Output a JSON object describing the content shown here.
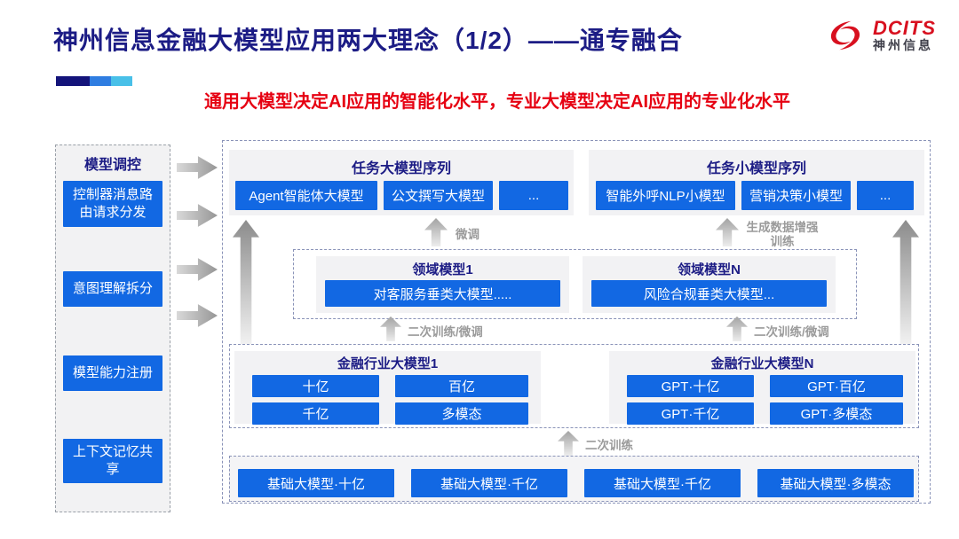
{
  "header": {
    "title": "神州信息金融大模型应用两大理念（1/2）——通专融合",
    "subtitle": "通用大模型决定AI应用的智能化水平，专业大模型决定AI应用的专业化水平",
    "logo": {
      "brand": "DCITS",
      "brand_cn": "神州信息"
    }
  },
  "colors": {
    "accent_blue": "#1268e3",
    "navy": "#1c1c85",
    "red": "#e60012",
    "panel_gray": "#f2f2f4"
  },
  "sidebar": {
    "title": "模型调控",
    "items": [
      "控制器消息路由请求分发",
      "意图理解拆分",
      "模型能力注册",
      "上下文记忆共享"
    ]
  },
  "diagram": {
    "task_large": {
      "title": "任务大模型序列",
      "items": [
        "Agent智能体大模型",
        "公文撰写大模型",
        "..."
      ]
    },
    "task_small": {
      "title": "任务小模型序列",
      "items": [
        "智能外呼NLP小模型",
        "营销决策小模型",
        "..."
      ]
    },
    "labels": {
      "fine_tune": "微调",
      "gen_data_training": "生成数据增强训练",
      "secondary_ft_left": "二次训练/微调",
      "secondary_ft_right": "二次训练/微调",
      "secondary_training": "二次训练"
    },
    "domain": [
      {
        "title": "领域模型1",
        "item": "对客服务垂类大模型....."
      },
      {
        "title": "领域模型N",
        "item": "风险合规垂类大模型..."
      }
    ],
    "industry": [
      {
        "title": "金融行业大模型1",
        "items": [
          "十亿",
          "百亿",
          "千亿",
          "多模态"
        ]
      },
      {
        "title": "金融行业大模型N",
        "items": [
          "GPT·十亿",
          "GPT·百亿",
          "GPT·千亿",
          "GPT·多模态"
        ]
      }
    ],
    "foundation": [
      "基础大模型·十亿",
      "基础大模型·千亿",
      "基础大模型·千亿",
      "基础大模型·多模态"
    ]
  }
}
